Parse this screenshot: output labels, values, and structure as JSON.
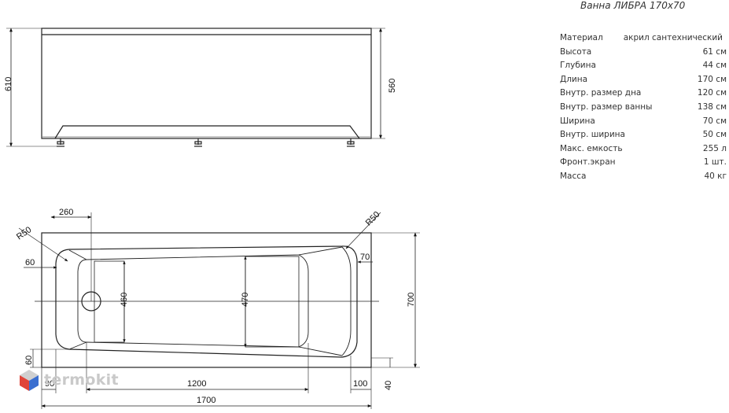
{
  "title": "Ванна ЛИБРА 170х70",
  "specs": [
    {
      "label": "Материал",
      "value": "акрил сантехнический"
    },
    {
      "label": "Высота",
      "value": "61 см"
    },
    {
      "label": "Глубина",
      "value": "44 см"
    },
    {
      "label": "Длина",
      "value": "170 см"
    },
    {
      "label": "Внутр. размер дна",
      "value": "120 см"
    },
    {
      "label": "Внутр. размер ванны",
      "value": "138 см"
    },
    {
      "label": "Ширина",
      "value": "70 см"
    },
    {
      "label": "Внутр. ширина",
      "value": "50 см"
    },
    {
      "label": "Макс. емкость",
      "value": "255 л"
    },
    {
      "label": "Фронт.экран",
      "value": "1 шт."
    },
    {
      "label": "Масса",
      "value": "40 кг"
    }
  ],
  "dimensions": {
    "front_height_total": "610",
    "front_height_body": "560",
    "drain_offset": "260",
    "corner_radius_left": "R50",
    "corner_radius_right": "R50",
    "left_inset": "60",
    "right_inset": "70",
    "headrest_width": "460",
    "bottom_width": "470",
    "total_width": "700",
    "bottom_inset": "60",
    "left_margin": "90",
    "bottom_length": "1200",
    "right_margin": "100",
    "rim_height": "40",
    "total_length": "1700"
  },
  "logo": {
    "text": "termokit",
    "icon": "cube-logo-icon"
  },
  "colors": {
    "line": "#222222",
    "logo_red": "#e0453a",
    "logo_blue": "#3b6fd0",
    "logo_gray": "#c9c9c9"
  }
}
